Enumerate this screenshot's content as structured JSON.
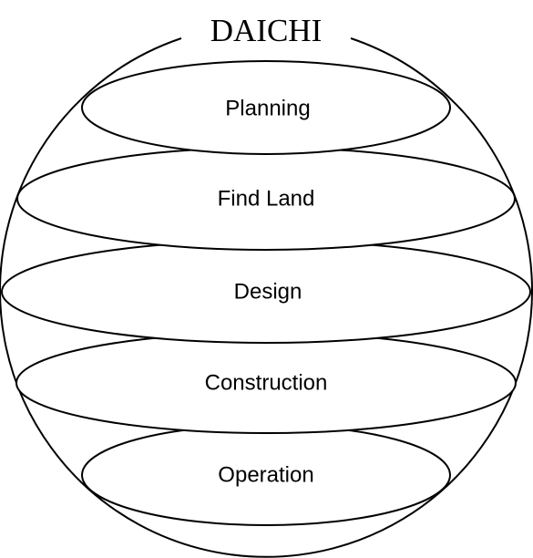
{
  "title": "DAICHI",
  "layers": [
    {
      "label": "Planning"
    },
    {
      "label": "Find Land"
    },
    {
      "label": "Design"
    },
    {
      "label": "Construction"
    },
    {
      "label": "Operation"
    }
  ]
}
